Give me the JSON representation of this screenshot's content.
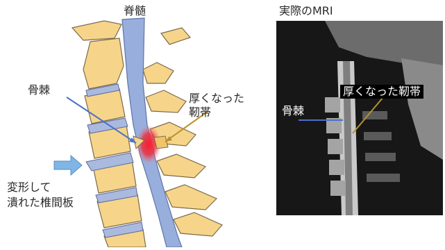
{
  "labels": {
    "spinal_cord": "脊髄",
    "bone_spur": "骨棘",
    "thickened_ligament_line1": "厚くなった",
    "thickened_ligament_line2": "靭帯",
    "deformed_disc_line1": "変形して",
    "deformed_disc_line2": "潰れた椎間板"
  },
  "mri": {
    "title": "実際のMRI",
    "bone_spur": "骨棘",
    "thickened_ligament": "厚くなった靭帯"
  },
  "colors": {
    "bone": "#f6d48a",
    "bone_outline": "#7a6a4a",
    "spinal_cord": "#98aedc",
    "disc": "#aab9de",
    "lesion": "#e8323f",
    "arrow_blue": "#4a72c8",
    "arrow_gold": "#b8932a",
    "pressure_arrow": "#7fb6e6"
  }
}
